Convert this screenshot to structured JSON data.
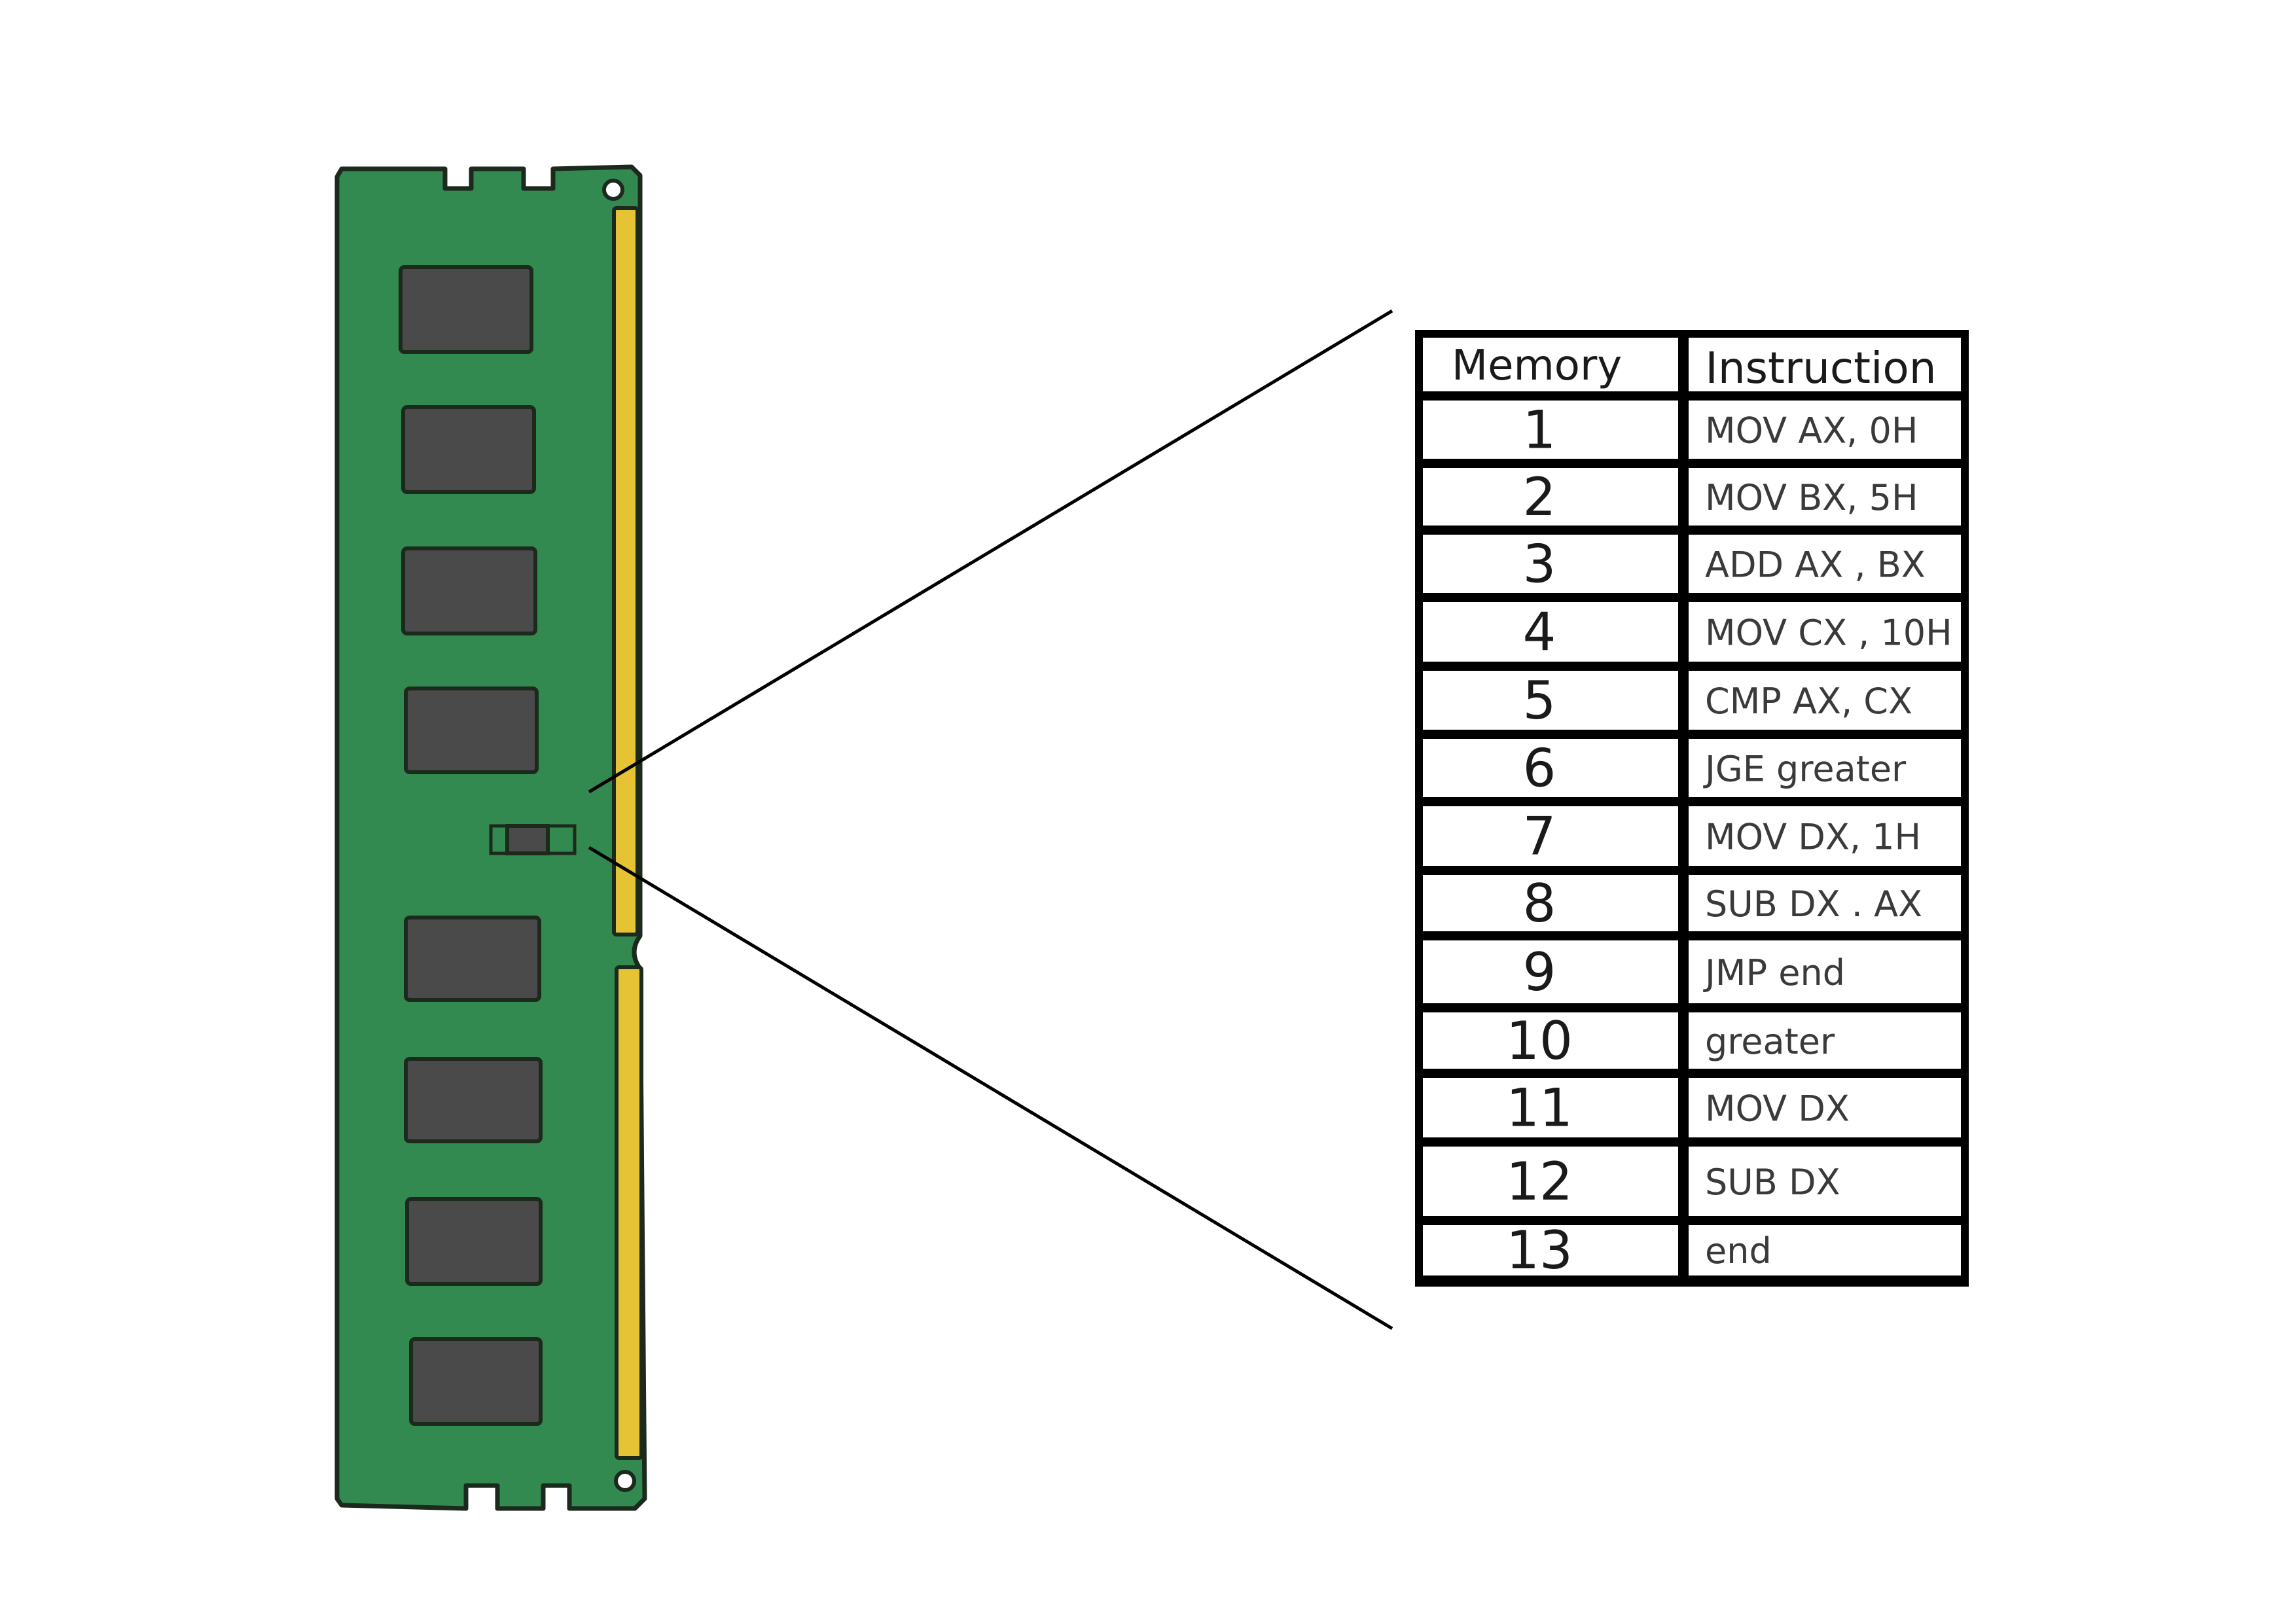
{
  "colors": {
    "board": "#338a50",
    "board_outline": "#1c2a1e",
    "chip": "#4a4a4a",
    "contacts": "#e6c235",
    "table_line": "#000000"
  },
  "table": {
    "headers": {
      "memory": "Memory",
      "instruction": "Instruction"
    },
    "rows": [
      {
        "memory": "1",
        "instruction": "MOV AX, 0H"
      },
      {
        "memory": "2",
        "instruction": "MOV  BX, 5H"
      },
      {
        "memory": "3",
        "instruction": "ADD  AX ,  BX"
      },
      {
        "memory": "4",
        "instruction": "MOV CX ,  10H"
      },
      {
        "memory": "5",
        "instruction": "CMP  AX,  CX"
      },
      {
        "memory": "6",
        "instruction": "JGE  greater"
      },
      {
        "memory": "7",
        "instruction": "MOV DX, 1H"
      },
      {
        "memory": "8",
        "instruction": "SUB  DX .  AX"
      },
      {
        "memory": "9",
        "instruction": "JMP   end"
      },
      {
        "memory": "10",
        "instruction": "greater"
      },
      {
        "memory": "11",
        "instruction": "MOV  DX"
      },
      {
        "memory": "12",
        "instruction": "SUB  DX"
      },
      {
        "memory": "13",
        "instruction": "end"
      }
    ]
  }
}
